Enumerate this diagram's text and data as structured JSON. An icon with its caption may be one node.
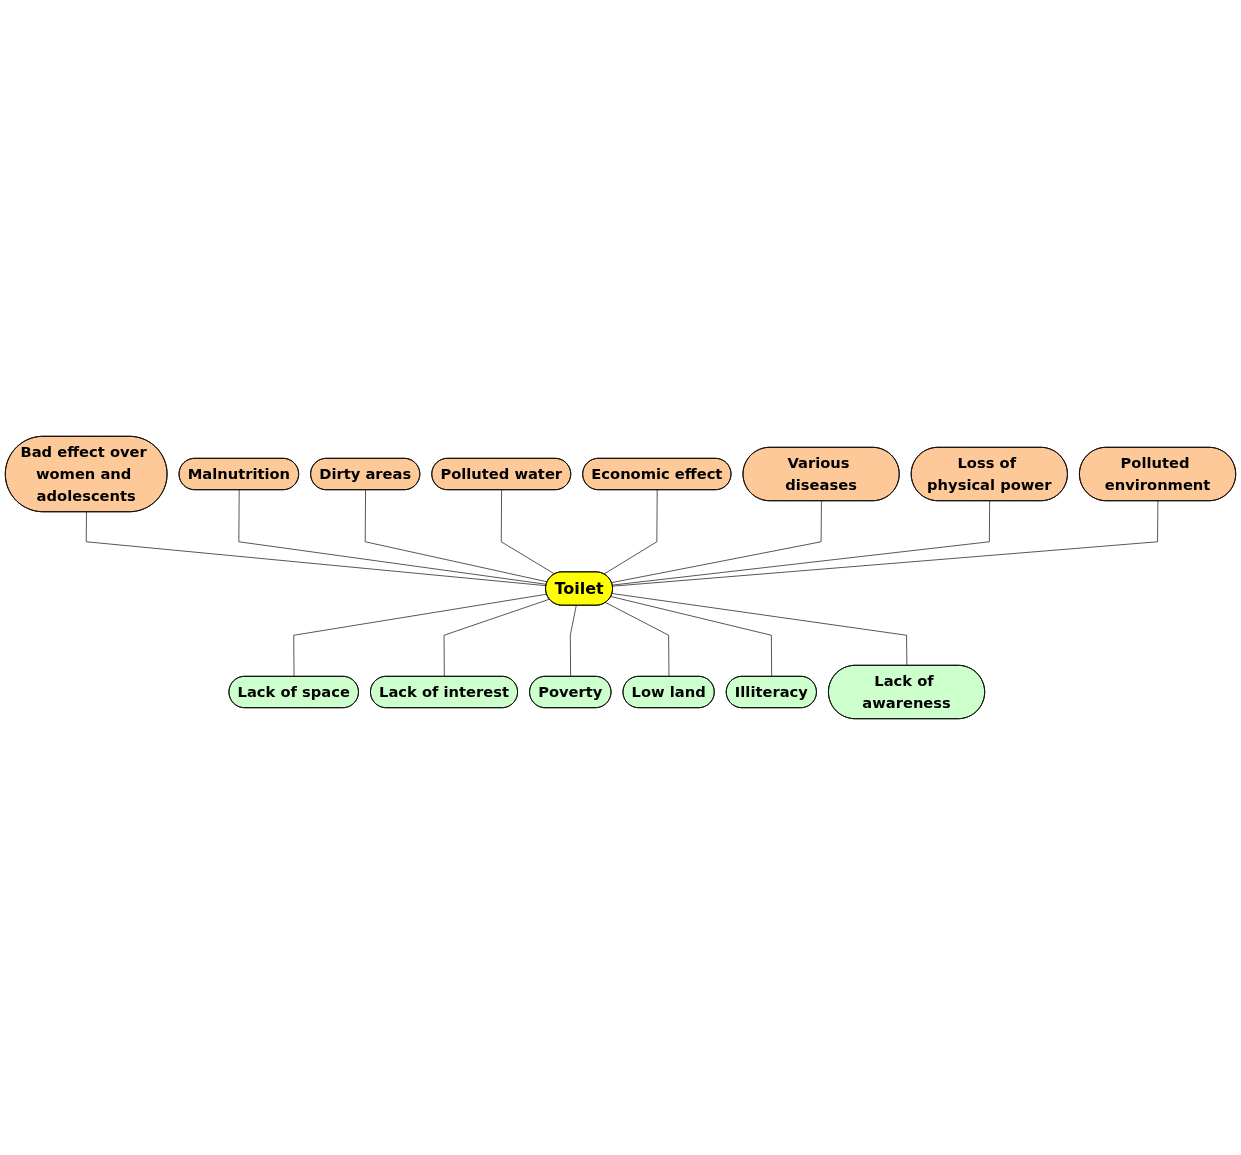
{
  "diagram": {
    "nodes": [
      {
        "text": [
          "Bad effect over women and adolescents"
        ]
      },
      {
        "text": [
          "Malnutrition"
        ]
      },
      {
        "text": [
          "Dirty areas"
        ]
      },
      {
        "text": [
          "Polluted water"
        ]
      },
      {
        "text": [
          "Economic effect"
        ]
      },
      {
        "text": [
          "Various diseases"
        ]
      },
      {
        "text": [
          "Loss of physical power"
        ]
      },
      {
        "text": [
          "Polluted environment"
        ]
      },
      {
        "text": [
          "Toilet"
        ]
      },
      {
        "text": [
          "Lack of space"
        ]
      },
      {
        "text": [
          "Lack of interest"
        ]
      },
      {
        "text": [
          "Poverty"
        ]
      },
      {
        "text": [
          "Low land"
        ]
      },
      {
        "text": [
          "Illiteracy"
        ]
      },
      {
        "text": [
          "Lack of awareness"
        ]
      }
    ],
    "edges": [
      {
        "from": 0,
        "to": 8,
        "arrow": "none"
      },
      {
        "from": 1,
        "to": 8,
        "arrow": "none"
      },
      {
        "from": 2,
        "to": 8,
        "arrow": "none"
      },
      {
        "from": 3,
        "to": 8,
        "arrow": "none"
      },
      {
        "from": 4,
        "to": 8,
        "arrow": "none"
      },
      {
        "from": 5,
        "to": 8,
        "arrow": "none"
      },
      {
        "from": 6,
        "to": 8,
        "arrow": "none"
      },
      {
        "from": 7,
        "to": 8,
        "arrow": "none"
      },
      {
        "from": 8,
        "to": 9,
        "arrow": "none"
      },
      {
        "from": 8,
        "to": 10,
        "arrow": "none"
      },
      {
        "from": 8,
        "to": 11,
        "arrow": "none"
      },
      {
        "from": 8,
        "to": 12,
        "arrow": "none"
      },
      {
        "from": 8,
        "to": 13,
        "arrow": "none"
      },
      {
        "from": 8,
        "to": 14,
        "arrow": "none"
      }
    ]
  }
}
